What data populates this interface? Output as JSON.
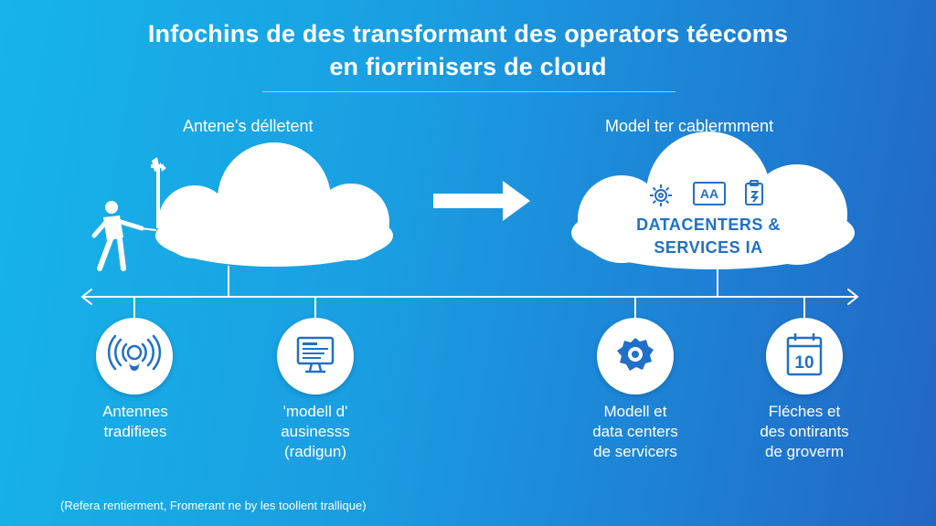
{
  "title": {
    "line1": "Infochins de des transformant des operators téecoms",
    "line2": "en fiorrinisers de cloud"
  },
  "left_section": {
    "label": "Antene's délletent"
  },
  "right_section": {
    "label": "Model ter cablermment",
    "cloud_line1": "DATACENTERS &",
    "cloud_line2": "SERVICES IA",
    "cloud_icons": [
      "gear-icon",
      "ai-badge-icon",
      "document-icon"
    ],
    "badge_text": "AA"
  },
  "nodes": [
    {
      "icon": "antenna-signal-icon",
      "lines": [
        "Antennes",
        "tradifiees"
      ]
    },
    {
      "icon": "monitor-icon",
      "lines": [
        "'modell d'",
        "ausinesss",
        "(radigun)"
      ]
    },
    {
      "icon": "gear-cloud-icon",
      "lines": [
        "Modell et",
        "data centers",
        "de servicers"
      ]
    },
    {
      "icon": "calendar-icon",
      "lines": [
        "Fléches et",
        "des ontirants",
        "de groverm"
      ],
      "icon_text": "10"
    }
  ],
  "footnote": "(Refera rentierment, Fromerant ne by les toollent trallique)",
  "colors": {
    "background_start": "#16b4ea",
    "background_end": "#2266c4",
    "accent": "#2070c8",
    "foreground": "#ffffff"
  }
}
